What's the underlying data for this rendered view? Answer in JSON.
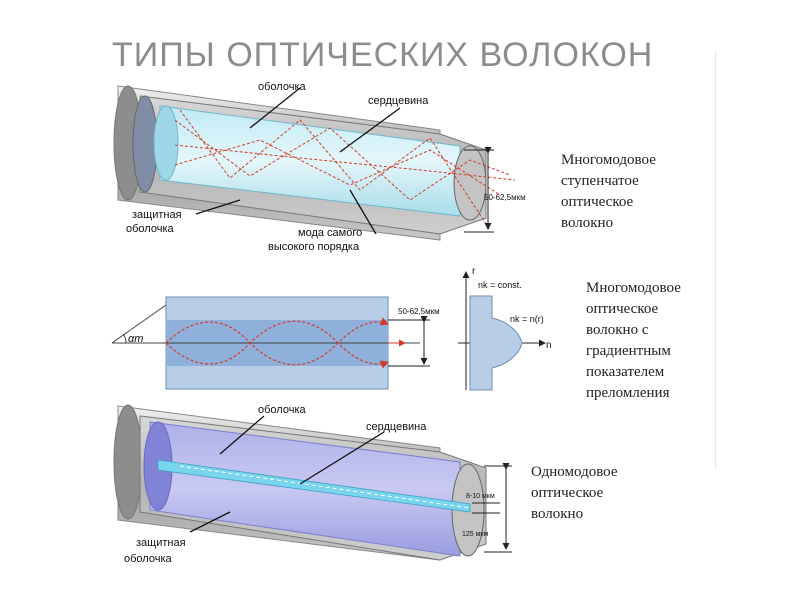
{
  "title": "ТИПЫ ОПТИЧЕСКИХ ВОЛОКОН",
  "fiber1": {
    "cladding": "оболочка",
    "core": "сердцевина",
    "jacket_line1": "защитная",
    "jacket_line2": "оболочка",
    "mode_line1": "мода самого",
    "mode_line2": "высокого порядка",
    "dimension": "50-62,5мкм",
    "caption": "Многомодовое\nступенчатое\nоптическое\nволокно"
  },
  "fiber2": {
    "dimension": "50-62,5мкм",
    "angle_label": "αm",
    "graph_y": "r",
    "graph_x": "n",
    "graph_const": "nk = const.",
    "graph_func": "nk = n(r)",
    "caption": "Многомодовое\nоптическое\nволокно          с\nградиентным\nпоказателем\nпреломления"
  },
  "fiber3": {
    "cladding": "оболочка",
    "core": "сердцевина",
    "jacket_line1": "защитная",
    "jacket_line2": "оболочка",
    "dim_core": "8-10 мкм",
    "dim_clad": "125 мкм",
    "caption": "Одномодовое\nоптическое\nволокно"
  }
}
